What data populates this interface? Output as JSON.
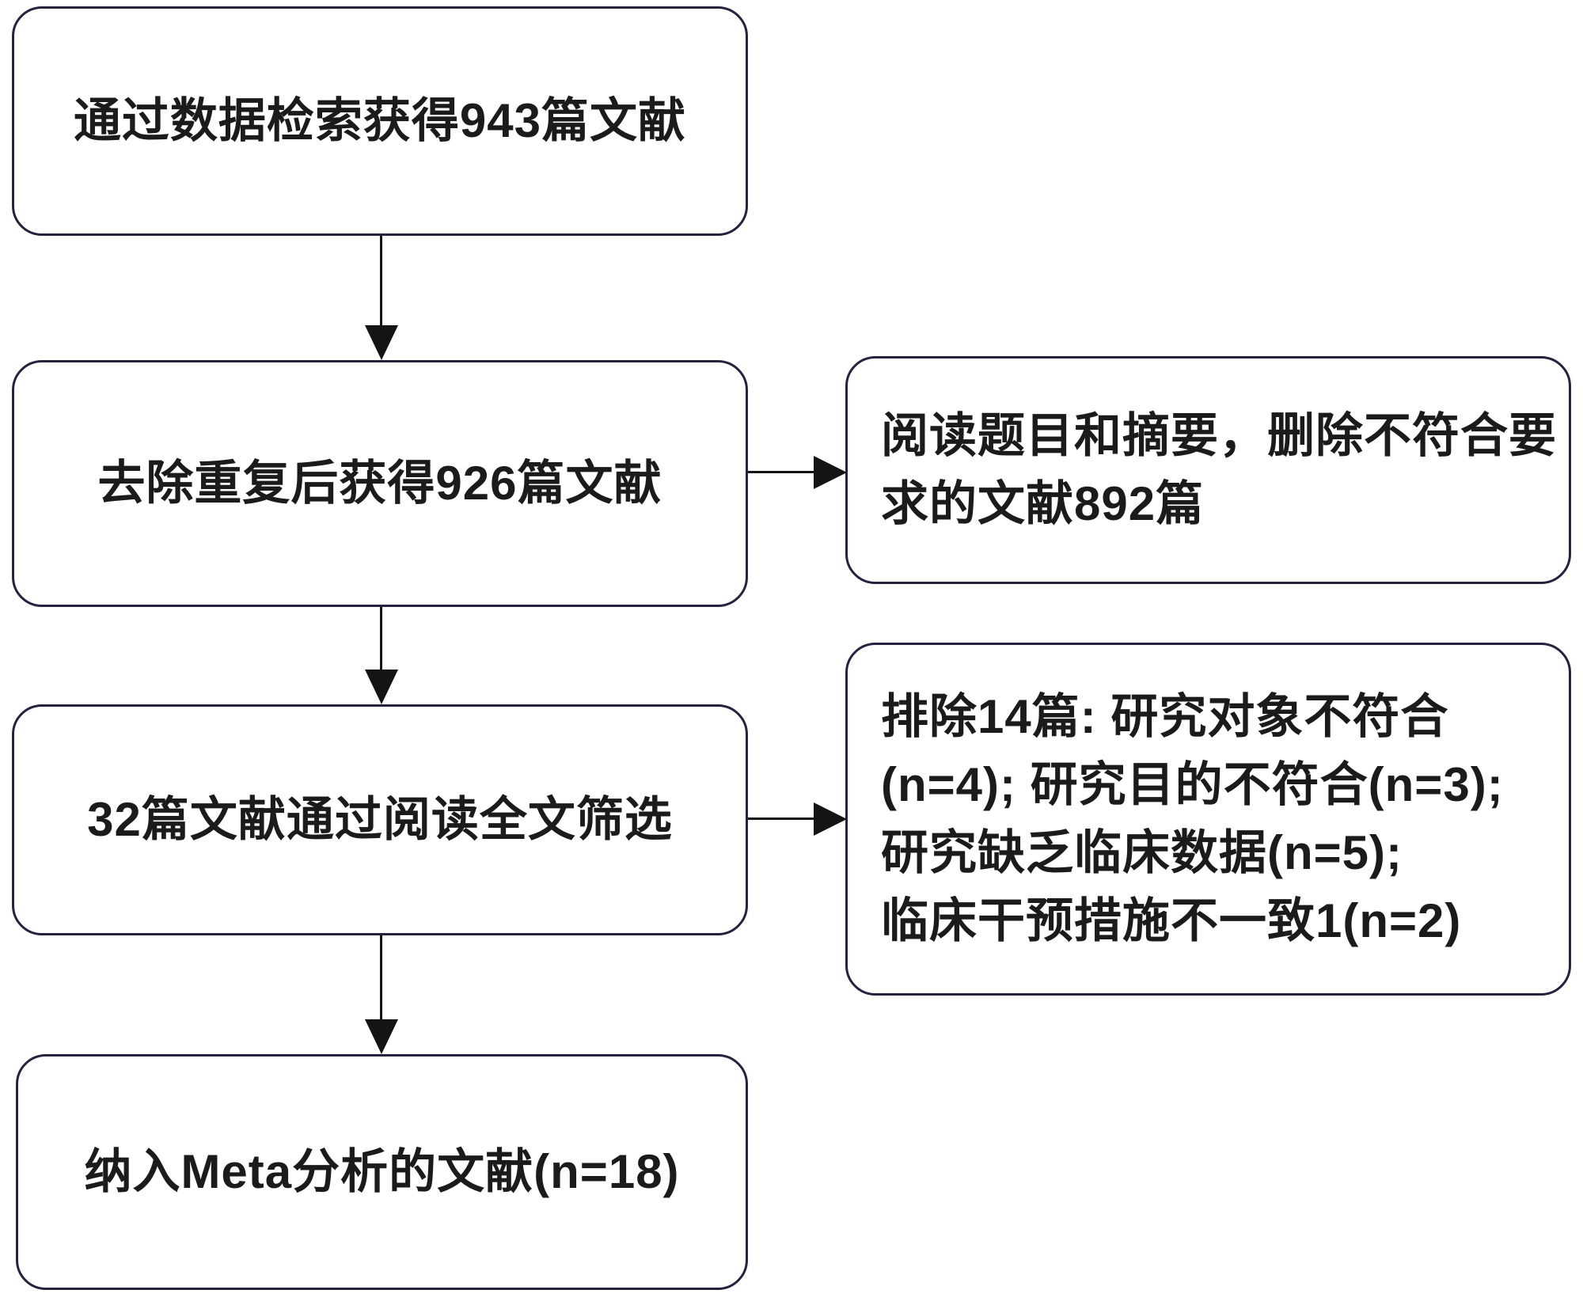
{
  "diagram": {
    "type": "flowchart",
    "language": "zh-CN",
    "description": "Meta-analysis literature screening flow diagram",
    "colors": {
      "background": "#ffffff",
      "box_border": "#24243e",
      "connector": "#141414",
      "text": "#1b1b1b"
    }
  },
  "flow_boxes": [
    {
      "id": "database-search",
      "text": "通过数据检索获得943篇文献"
    },
    {
      "id": "after-dedup",
      "text": "去除重复后获得926篇文献"
    },
    {
      "id": "fulltext-screen",
      "text": "32篇文献通过阅读全文筛选"
    },
    {
      "id": "included-in-meta",
      "text": "纳入Meta分析的文献(n=18)"
    }
  ],
  "side_boxes": [
    {
      "id": "title-abstract-exclusion",
      "lines": [
        "阅读题目和摘要，删除不符合要",
        "求的文献892篇"
      ]
    },
    {
      "id": "fulltext-exclusion",
      "lines": [
        "排除14篇: 研究对象不符合",
        "(n=4); 研究目的不符合(n=3);",
        "研究缺乏临床数据(n=5);",
        "临床干预措施不一致1(n=2)"
      ]
    }
  ],
  "connectors": [
    {
      "from": "database-search",
      "to": "after-dedup",
      "direction": "down"
    },
    {
      "from": "after-dedup",
      "to": "title-abstract-exclusion",
      "direction": "right"
    },
    {
      "from": "after-dedup",
      "to": "fulltext-screen",
      "direction": "down"
    },
    {
      "from": "fulltext-screen",
      "to": "fulltext-exclusion",
      "direction": "right"
    },
    {
      "from": "fulltext-screen",
      "to": "included-in-meta",
      "direction": "down"
    }
  ]
}
